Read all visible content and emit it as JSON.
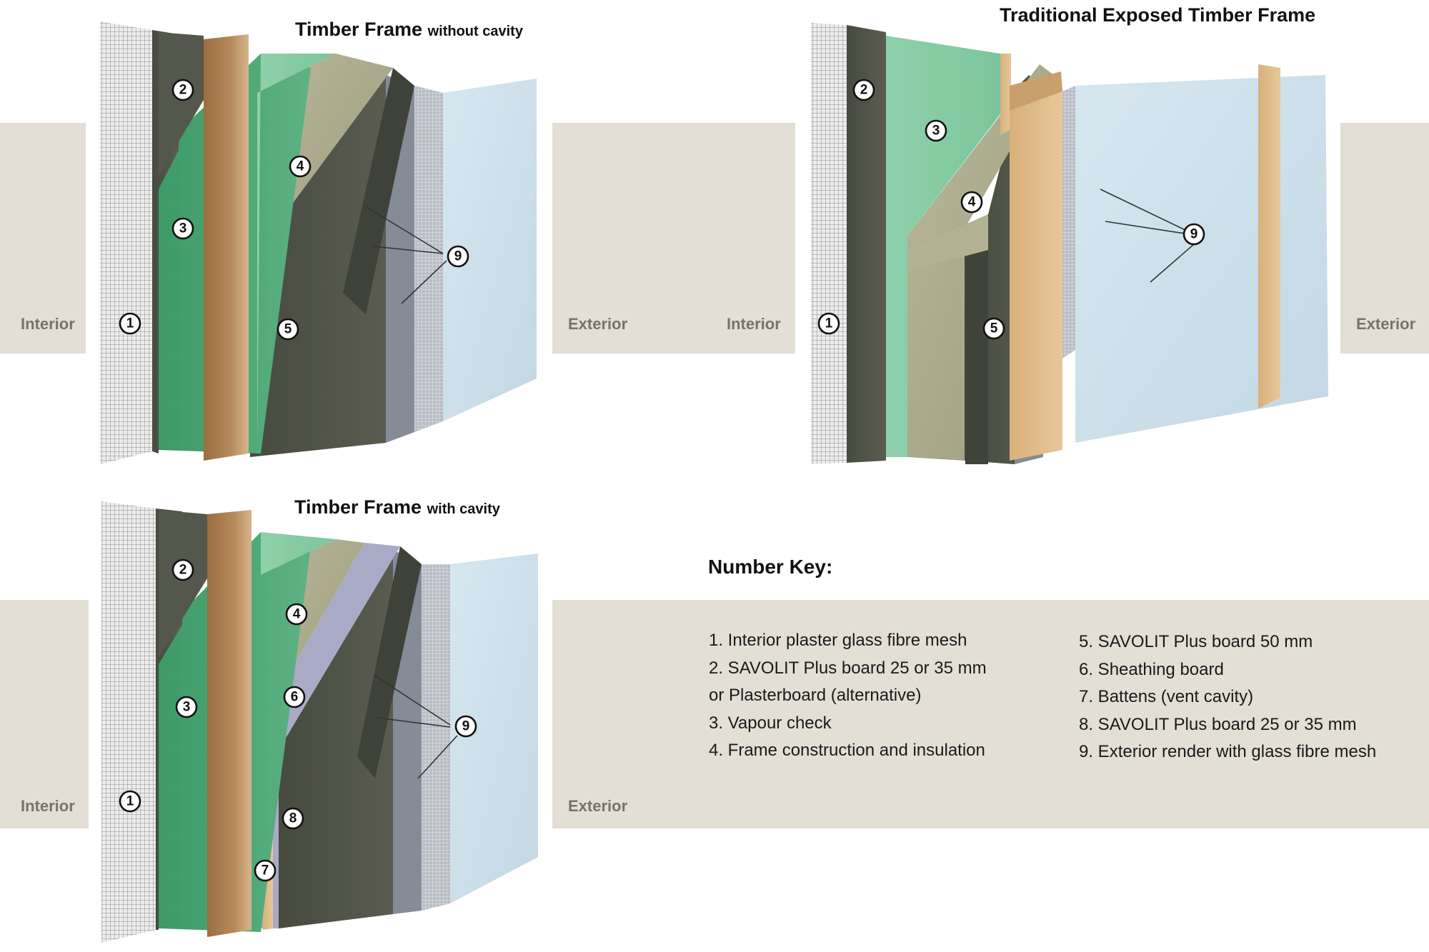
{
  "diagrams": [
    {
      "title_main": "Timber Frame",
      "title_sub": "without cavity",
      "interior_label": "Interior",
      "exterior_label": "Exterior",
      "callouts": [
        "1",
        "2",
        "3",
        "4",
        "5",
        "9"
      ]
    },
    {
      "title_main": "Traditional Exposed Timber Frame",
      "title_sub": "",
      "interior_label": "Interior",
      "exterior_label": "Exterior",
      "callouts": [
        "1",
        "2",
        "3",
        "4",
        "5",
        "9"
      ]
    },
    {
      "title_main": "Timber Frame",
      "title_sub": "with cavity",
      "interior_label": "Interior",
      "exterior_label": "Exterior",
      "callouts": [
        "1",
        "2",
        "3",
        "4",
        "6",
        "8",
        "7",
        "9"
      ]
    }
  ],
  "key": {
    "title": "Number Key:",
    "left": [
      "1. Interior plaster glass fibre mesh",
      "2. SAVOLIT Plus board 25 or 35 mm",
      "or Plasterboard (alternative)",
      "3. Vapour check",
      "4. Frame construction and insulation"
    ],
    "right": [
      "5. SAVOLIT Plus board 50 mm",
      "6. Sheathing board",
      "7. Battens (vent cavity)",
      "8. SAVOLIT Plus board 25 or 35 mm",
      "9. Exterior render with glass fibre mesh"
    ]
  },
  "colors": {
    "band": "#e3dfd5",
    "label_gray": "#77736b",
    "mesh": "#d5d5d5",
    "savolit_dark": "#4f5246",
    "vapour_green": "#4fa070",
    "timber": "#b08352",
    "insulation": "#a9a888",
    "adhesive_gray": "#848a96",
    "render_blue": "#cfe2ec",
    "sheathing": "#a7a9c4"
  }
}
